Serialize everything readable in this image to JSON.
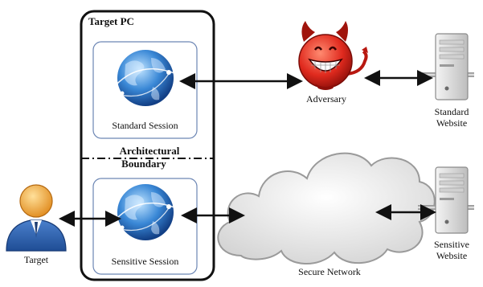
{
  "diagram": {
    "target_pc_label": "Target PC",
    "boundary_label_line1": "Architectural",
    "boundary_label_line2": "Boundary",
    "standard_session_label": "Standard Session",
    "sensitive_session_label": "Sensitive Session",
    "adversary_label": "Adversary",
    "standard_website_line1": "Standard",
    "standard_website_line2": "Website",
    "sensitive_website_line1": "Sensitive",
    "sensitive_website_line2": "Website",
    "target_label": "Target",
    "network_label": "Secure Network"
  },
  "icons": {
    "session_globe": "globe-icon",
    "adversary": "devil-face-icon",
    "server": "server-tower-icon",
    "user": "user-avatar-icon",
    "network": "cloud-icon"
  },
  "colors": {
    "line": "#111111",
    "globe_blue": "#2f78c8",
    "devil_red": "#d8261c",
    "avatar_orange": "#f2a63a",
    "avatar_suit": "#2d5fa8",
    "session_border": "#6c86b4"
  }
}
